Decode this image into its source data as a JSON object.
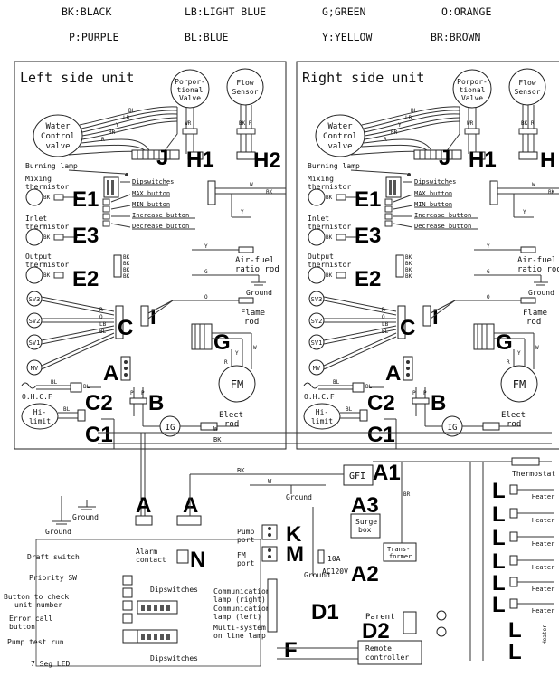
{
  "legend": {
    "bk": "BK:BLACK",
    "lb": "LB:LIGHT BLUE",
    "g": "G;GREEN",
    "o": "O:ORANGE",
    "p": "P:PURPLE",
    "bl": "BL:BLUE",
    "y": "Y:YELLOW",
    "br": "BR:BROWN"
  },
  "left_unit": {
    "title": "Left side unit",
    "prop_valve": [
      "Porpor-",
      "tional",
      "Valve"
    ],
    "flow_sensor": [
      "Flow",
      "Sensor"
    ],
    "water_valve": [
      "Water",
      "Control",
      "valve"
    ],
    "burning_lamp": "Burning lamp",
    "mixing": [
      "Mixing",
      "thermistor"
    ],
    "inlet": [
      "Inlet",
      "thermistor"
    ],
    "output": [
      "Output",
      "thermistor"
    ],
    "dipswitches": "Dipswitches",
    "max": "MAX button",
    "min": "MIN button",
    "inc": "Increase button",
    "dec": "Decrease button",
    "airfuel": [
      "Air-fuel",
      "ratio rod"
    ],
    "ground": "Ground",
    "flame": [
      "Flame",
      "rod"
    ],
    "sv3": "SV3",
    "sv2": "SV2",
    "sv1": "SV1",
    "mv": "MV",
    "ohcf": "O.H.C.F",
    "hilimit": [
      "Hi-",
      "limit"
    ],
    "ig": "IG",
    "elect": [
      "Elect",
      "rod"
    ],
    "fm": "FM"
  },
  "right_unit": {
    "title": "Right side unit",
    "prop_valve": [
      "Porpor-",
      "tional",
      "Valve"
    ],
    "flow_sensor": [
      "Flow",
      "Sensor"
    ],
    "water_valve": [
      "Water",
      "Control",
      "valve"
    ],
    "burning_lamp": "Burning lamp",
    "mixing": [
      "Mixing",
      "thermistor"
    ],
    "inlet": [
      "Inlet",
      "thermistor"
    ],
    "output": [
      "Output",
      "thermistor"
    ],
    "dipswitches": "Dipswitches",
    "max": "MAX button",
    "min": "MIN button",
    "inc": "Increase button",
    "dec": "Decrease button",
    "airfuel": [
      "Air-fuel",
      "ratio rod"
    ],
    "ground": "Ground",
    "flame": [
      "Flame",
      "rod"
    ],
    "sv3": "SV3",
    "sv2": "SV2",
    "sv1": "SV1",
    "mv": "MV",
    "ohcf": "O.H.C.F",
    "hilimit": [
      "Hi-",
      "limit"
    ],
    "ig": "IG",
    "elect": [
      "Elect",
      "rod"
    ],
    "fm": "FM"
  },
  "callouts": {
    "J": "J",
    "H1": "H1",
    "H2": "H2",
    "E1": "E1",
    "E3": "E3",
    "E2": "E2",
    "C": "C",
    "I": "I",
    "G": "G",
    "A": "A",
    "C2": "C2",
    "B": "B",
    "C1": "C1",
    "A1": "A1",
    "A3": "A3",
    "A2": "A2",
    "K": "K",
    "M": "M",
    "N": "N",
    "D1": "D1",
    "D2": "D2",
    "F": "F",
    "L": "L",
    "H": "H"
  },
  "bottom": {
    "ground": "Ground",
    "gfi": "GFI",
    "surge": [
      "Surge",
      "box"
    ],
    "fuse": "10A",
    "ac": "AC120V",
    "trans": [
      "Trans-",
      "former"
    ],
    "pump_port": [
      "Pump",
      "port"
    ],
    "fm_port": [
      "FM",
      "port"
    ],
    "alarm": [
      "Alarm",
      "contact"
    ],
    "draft": "Draft switch",
    "priority": "Priority SW",
    "check": [
      "Button to check",
      "unit number"
    ],
    "error": [
      "Error call",
      "button"
    ],
    "pump_test": "Pump test run",
    "seg": "7 Seg LED",
    "dip_top": "Dipswitches",
    "dip_bottom": "Dipswitches",
    "comm_right": [
      "Communication",
      "lamp (right)"
    ],
    "comm_left": [
      "Communication",
      "lamp (left)"
    ],
    "multi": [
      "Multi-system",
      "on line lamp"
    ],
    "parent": "Parent",
    "remote": [
      "Remote",
      "controller"
    ],
    "thermostat": "Thermostat",
    "heater": "Heater",
    "heater_v": "Heater"
  },
  "wires": {
    "wr": "WR",
    "bk": "BK",
    "w": "W",
    "r": "R",
    "y": "Y",
    "g": "G",
    "o": "O",
    "bl": "BL",
    "lb": "LB",
    "p": "P",
    "br": "BR"
  }
}
